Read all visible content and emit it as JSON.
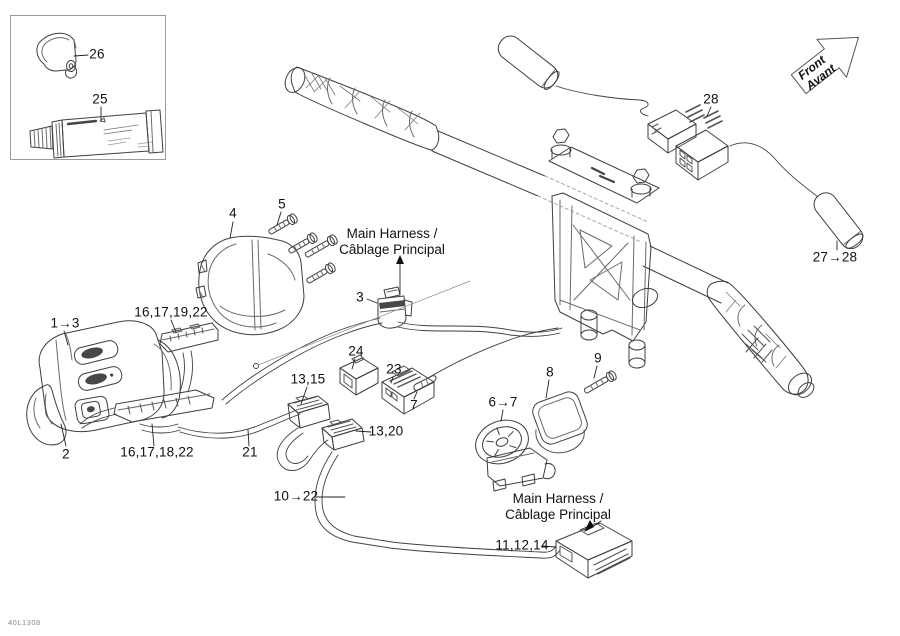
{
  "colors": {
    "line": "#3f3f3f",
    "text": "#111111",
    "background": "#ffffff"
  },
  "front_arrow": {
    "line1": "Front",
    "line2": "Avant"
  },
  "callouts": {
    "c26": "26",
    "c25": "25",
    "c28": "28",
    "c27_28": "27→28",
    "c1_3": "1→3",
    "c2": "2",
    "c4": "4",
    "c5": "5",
    "c3": "3",
    "c16_17_19_22": "16,17,19,22",
    "c16_17_18_22": "16,17,18,22",
    "c21": "21",
    "c13_15": "13,15",
    "c13_20": "13,20",
    "c24": "24",
    "c23": "23",
    "c7": "7",
    "c6_7": "6→7",
    "c8": "8",
    "c9": "9",
    "c10_22": "10→22",
    "c11_12_14": "11,12,14"
  },
  "harness_labels": {
    "top": {
      "line1": "Main Harness /",
      "line2": "Câblage Principal"
    },
    "bottom": {
      "line1": "Main Harness /",
      "line2": "Câblage Principal"
    }
  },
  "drawing_code": "40L1308"
}
